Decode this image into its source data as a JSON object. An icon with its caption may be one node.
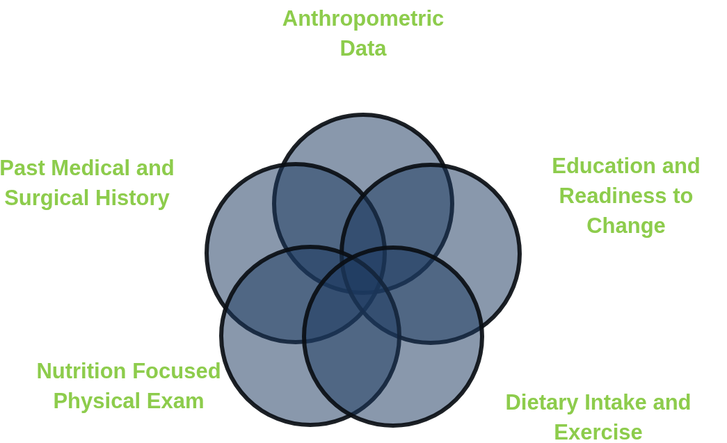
{
  "diagram": {
    "nodes": [
      {
        "text": [],
        "shape": "circle",
        "beside": [
          "Anthropometric Data"
        ]
      },
      {
        "text": [],
        "shape": "circle",
        "beside": [
          "Past Medical and Surgical History"
        ]
      },
      {
        "text": [],
        "shape": "circle",
        "beside": [
          "Education and Readiness to Change"
        ]
      },
      {
        "text": [],
        "shape": "circle",
        "beside": [
          "Nutrition Focused Physical Exam"
        ]
      },
      {
        "text": [],
        "shape": "circle",
        "beside": [
          "Dietary Intake and Exercise"
        ]
      }
    ]
  }
}
